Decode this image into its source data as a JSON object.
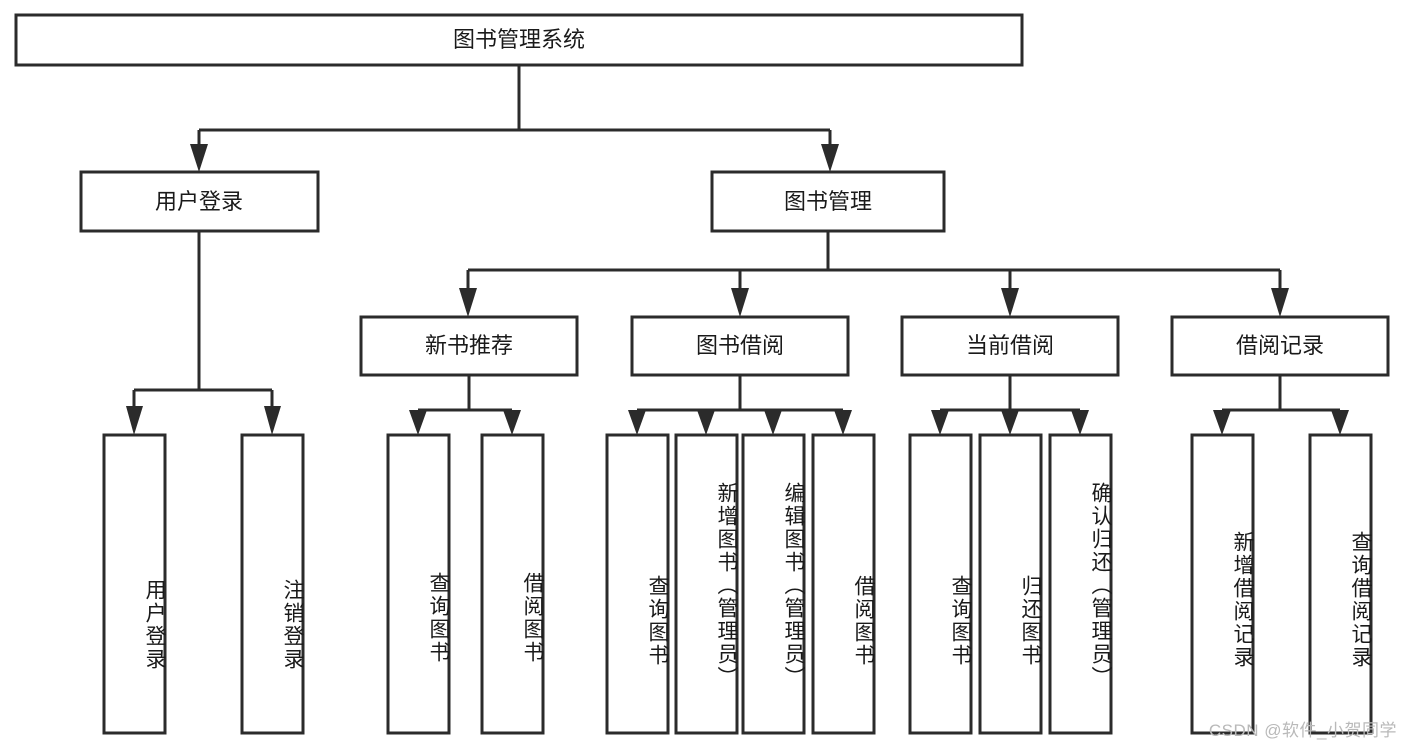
{
  "diagram": {
    "title": "图书管理系统",
    "type": "hierarchy-tree",
    "watermark": "CSDN @软件_小贺同学",
    "colors": {
      "stroke": "#2b2b2b",
      "fill": "#ffffff",
      "text": "#1a1a1a",
      "watermark": "#b9b9b9"
    },
    "root": {
      "label": "图书管理系统"
    },
    "level2": [
      {
        "id": "user-login",
        "label": "用户登录"
      },
      {
        "id": "book-management",
        "label": "图书管理"
      }
    ],
    "level3": [
      {
        "id": "new-book-recommend",
        "label": "新书推荐",
        "parent": "book-management"
      },
      {
        "id": "book-borrow",
        "label": "图书借阅",
        "parent": "book-management"
      },
      {
        "id": "current-borrow",
        "label": "当前借阅",
        "parent": "book-management"
      },
      {
        "id": "borrow-record",
        "label": "借阅记录",
        "parent": "book-management"
      }
    ],
    "leaves": [
      {
        "id": "leaf-user-login",
        "label": "用户登录",
        "parent": "user-login"
      },
      {
        "id": "leaf-logout-login",
        "label": "注销登录",
        "parent": "user-login"
      },
      {
        "id": "leaf-query-book-1",
        "label": "查询图书",
        "parent": "new-book-recommend"
      },
      {
        "id": "leaf-borrow-book-1",
        "label": "借阅图书",
        "parent": "new-book-recommend"
      },
      {
        "id": "leaf-query-book-2",
        "label": "查询图书",
        "parent": "book-borrow"
      },
      {
        "id": "leaf-add-book",
        "label": "新增图书（管理员）",
        "parent": "book-borrow"
      },
      {
        "id": "leaf-edit-book",
        "label": "编辑图书（管理员）",
        "parent": "book-borrow"
      },
      {
        "id": "leaf-borrow-book-2",
        "label": "借阅图书",
        "parent": "book-borrow"
      },
      {
        "id": "leaf-query-book-3",
        "label": "查询图书",
        "parent": "current-borrow"
      },
      {
        "id": "leaf-return-book",
        "label": "归还图书",
        "parent": "current-borrow"
      },
      {
        "id": "leaf-confirm-return",
        "label": "确认归还（管理员）",
        "parent": "current-borrow"
      },
      {
        "id": "leaf-add-record",
        "label": "新增借阅记录",
        "parent": "borrow-record"
      },
      {
        "id": "leaf-query-record",
        "label": "查询借阅记录",
        "parent": "borrow-record"
      }
    ]
  }
}
